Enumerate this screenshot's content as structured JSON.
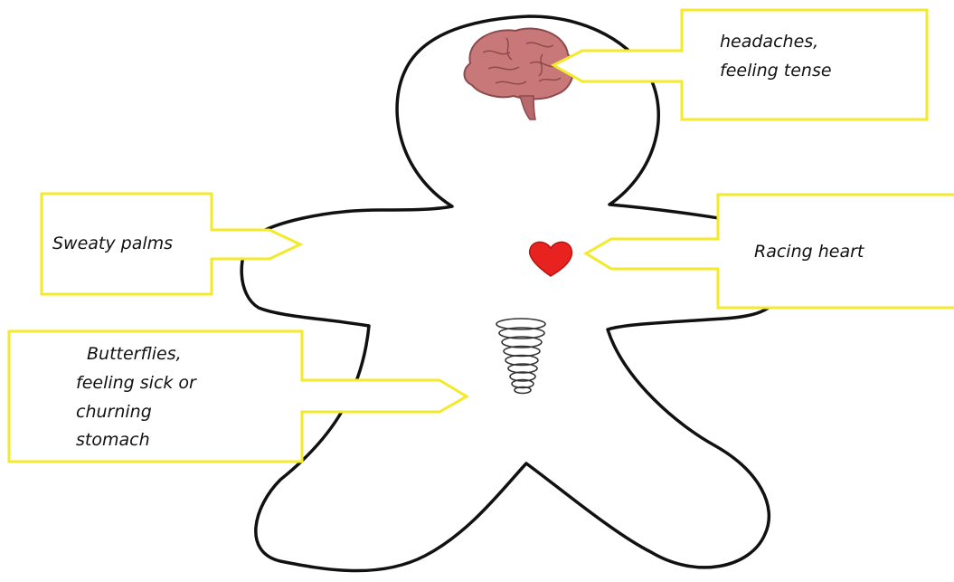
{
  "colors": {
    "callout_border": "#f2ea2a",
    "outline": "#111111",
    "heart": "#e8231f",
    "brain": "#c9787a"
  },
  "icons": [
    "brain-icon",
    "heart-icon",
    "spiral-icon"
  ],
  "callouts": {
    "head": [
      "headaches,",
      "feeling tense"
    ],
    "hands": [
      "Sweaty palms"
    ],
    "heart": [
      "Racing heart"
    ],
    "stomach": [
      "Butterflies,",
      "feeling sick or",
      "churning",
      "stomach"
    ]
  }
}
